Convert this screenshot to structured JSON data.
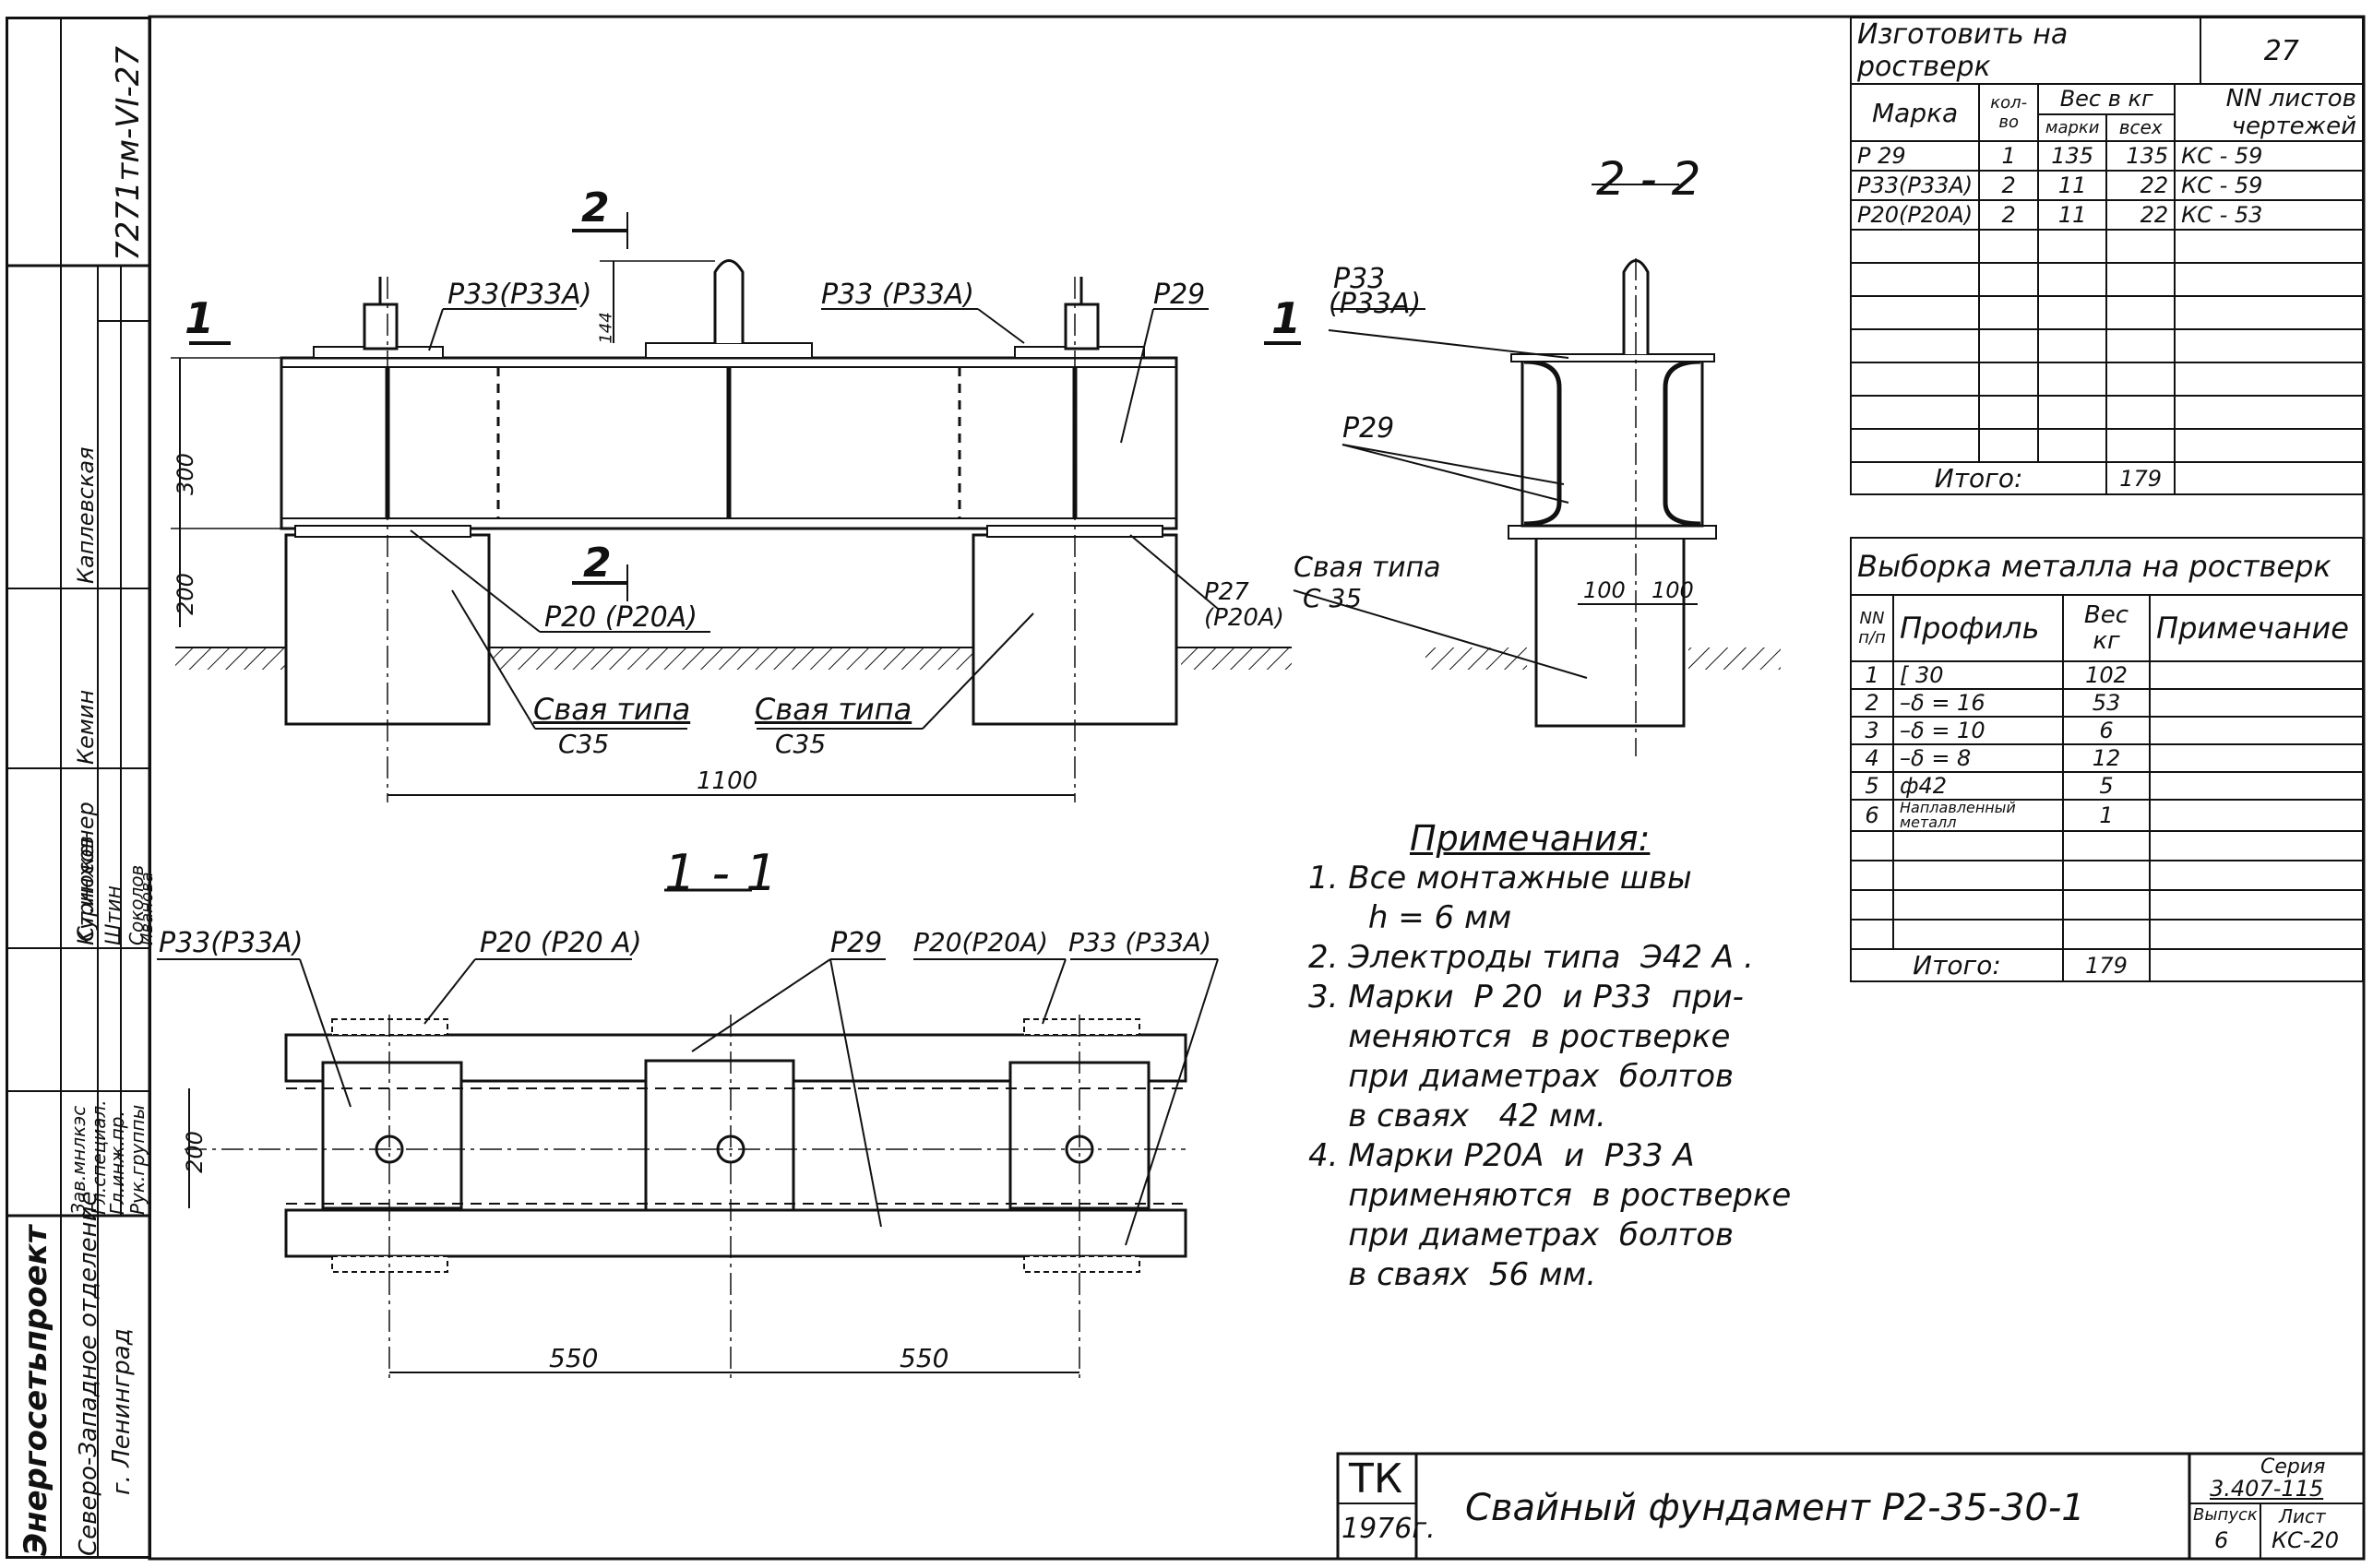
{
  "side_stamp": {
    "doc_code": "7271тм-VI-27",
    "roles": [
      "Ст.инженер",
      "Зав.мнлкэс",
      "Гл.специал.",
      "Гл.инж.пр.",
      "Рук.группы"
    ],
    "names": [
      "Каплевская",
      "Кемин",
      "Курносов",
      "Штин",
      "Соколов",
      "Иванова"
    ],
    "org": "Энергосетьпроект",
    "dept": "Северо-Западное отделение",
    "city": "г. Ленинград"
  },
  "table_order": {
    "title": "Изготовить на ростверк",
    "sheet_no": "27",
    "h_mark": "Марка",
    "h_qty": "кол-во",
    "h_weight": "Вес в кг",
    "h_weight_one": "марки",
    "h_weight_all": "всех",
    "h_sheets": "NN листов чертежей",
    "rows": [
      {
        "mark": "Р 29",
        "qty": "1",
        "w1": "135",
        "wall": "135",
        "sheet": "КС - 59"
      },
      {
        "mark": "Р33(Р33А)",
        "qty": "2",
        "w1": "11",
        "wall": "22",
        "sheet": "КС - 59"
      },
      {
        "mark": "Р20(Р20А)",
        "qty": "2",
        "w1": "11",
        "wall": "22",
        "sheet": "КС - 53"
      }
    ],
    "total_label": "Итого:",
    "total_value": "179"
  },
  "table_metal": {
    "title": "Выборка металла на ростверк",
    "h_no": "NN п/п",
    "h_profile": "Профиль",
    "h_weight": "Вес кг",
    "h_note": "Примечание",
    "rows": [
      {
        "no": "1",
        "profile": "[ 30",
        "w": "102"
      },
      {
        "no": "2",
        "profile": "–δ = 16",
        "w": "53"
      },
      {
        "no": "3",
        "profile": "–δ = 10",
        "w": "6"
      },
      {
        "no": "4",
        "profile": "–δ = 8",
        "w": "12"
      },
      {
        "no": "5",
        "profile": "ф42",
        "w": "5"
      },
      {
        "no": "6",
        "profile": "Наплавленный металл",
        "w": "1"
      }
    ],
    "total_label": "Итого:",
    "total_value": "179"
  },
  "notes": {
    "heading": "Примечания:",
    "items": [
      "1. Все монтажные швы",
      "      h = 6 мм",
      "2. Электроды типа  Э42 А .",
      "3. Марки  Р 20  и Р33  при-",
      "    меняются  в ростверке",
      "    при диаметрах  болтов",
      "    в сваях   42 мм.",
      "4. Марки Р20А  и  Р33 А",
      "    применяются  в ростверке",
      "    при диаметрах  болтов",
      "    в сваях  56 мм."
    ]
  },
  "title_block": {
    "org_mark": "ТК",
    "year": "1976г.",
    "title": "Свайный фундамент  Р2-35-30-1",
    "series_label": "Серия",
    "series": "3.407-115",
    "issue_label": "Выпуск",
    "issue": "6",
    "sheet_label": "Лист",
    "sheet": "КС-20"
  },
  "drawing": {
    "section_mark": "2",
    "section_1": "1",
    "section_2_title": "2 - 2",
    "section_1_title": "1 - 1",
    "p33": "Р33(Р33А)",
    "p33_b": "Р33 (Р33А)",
    "p29": "Р29",
    "p20": "Р20 (Р20А)",
    "p20b": "Р20 (Р20А)",
    "p20c": "Р27 (Р20А)",
    "pile": "Свая типа",
    "pile_type": "С35",
    "dim_144": "144",
    "dim_300": "300",
    "dim_200": "200",
    "dim_1100": "1100",
    "dim_100a": "100",
    "dim_100b": "100",
    "dim_550a": "550",
    "dim_550b": "550",
    "s22_p33": "Р33",
    "s22_p33b": "(Р33А)",
    "s22_p29": "Р29",
    "s22_pile": "Свая типа",
    "s22_pile_type": "С 35",
    "plan_p33a": "Р33(Р33А)",
    "plan_p20a": "Р20 (Р20 А)",
    "plan_p29": "Р29",
    "plan_p20b": "Р20(Р20А)",
    "plan_p33b": "Р33 (Р33А)",
    "plan_dim_200": "200"
  }
}
